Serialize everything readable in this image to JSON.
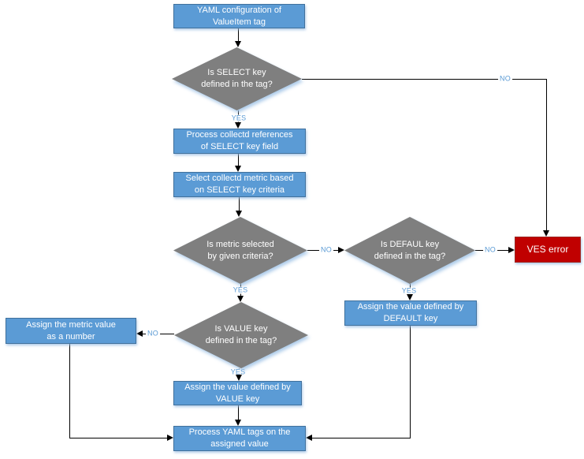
{
  "nodes": {
    "start": {
      "label": "YAML configuration of\nValueItem tag",
      "type": "process"
    },
    "is_select": {
      "label": "Is SELECT key\ndefined in the tag?",
      "type": "decision"
    },
    "process_refs": {
      "label": "Process collectd references\nof SELECT key field",
      "type": "process"
    },
    "select_metric": {
      "label": "Select collectd metric based\non SELECT key criteria",
      "type": "process"
    },
    "is_metric": {
      "label": "Is metric selected\nby given criteria?",
      "type": "decision"
    },
    "is_default": {
      "label": "Is DEFAUL key\ndefined in the tag?",
      "type": "decision"
    },
    "ves_error": {
      "label": "VES error",
      "type": "error"
    },
    "assign_default": {
      "label": "Assign the value defined by\nDEFAULT key",
      "type": "process"
    },
    "is_value": {
      "label": "Is VALUE key\ndefined in the tag?",
      "type": "decision"
    },
    "assign_number": {
      "label": "Assign the metric value\nas a number",
      "type": "process"
    },
    "assign_value": {
      "label": "Assign the value defined by\nVALUE key",
      "type": "process"
    },
    "process_tags": {
      "label": "Process YAML tags on the\nassigned value",
      "type": "process"
    }
  },
  "edge_labels": {
    "yes": "YES",
    "no": "NO"
  },
  "colors": {
    "process_fill": "#5B9BD5",
    "process_border": "#41719C",
    "decision_fill": "#7F7F7F",
    "error_fill": "#C00000",
    "error_border": "#9E2B25",
    "edge_label_text": "#5B9BD5",
    "connector": "#000000",
    "node_text": "#FFFFFF",
    "background": "#FFFFFF"
  }
}
